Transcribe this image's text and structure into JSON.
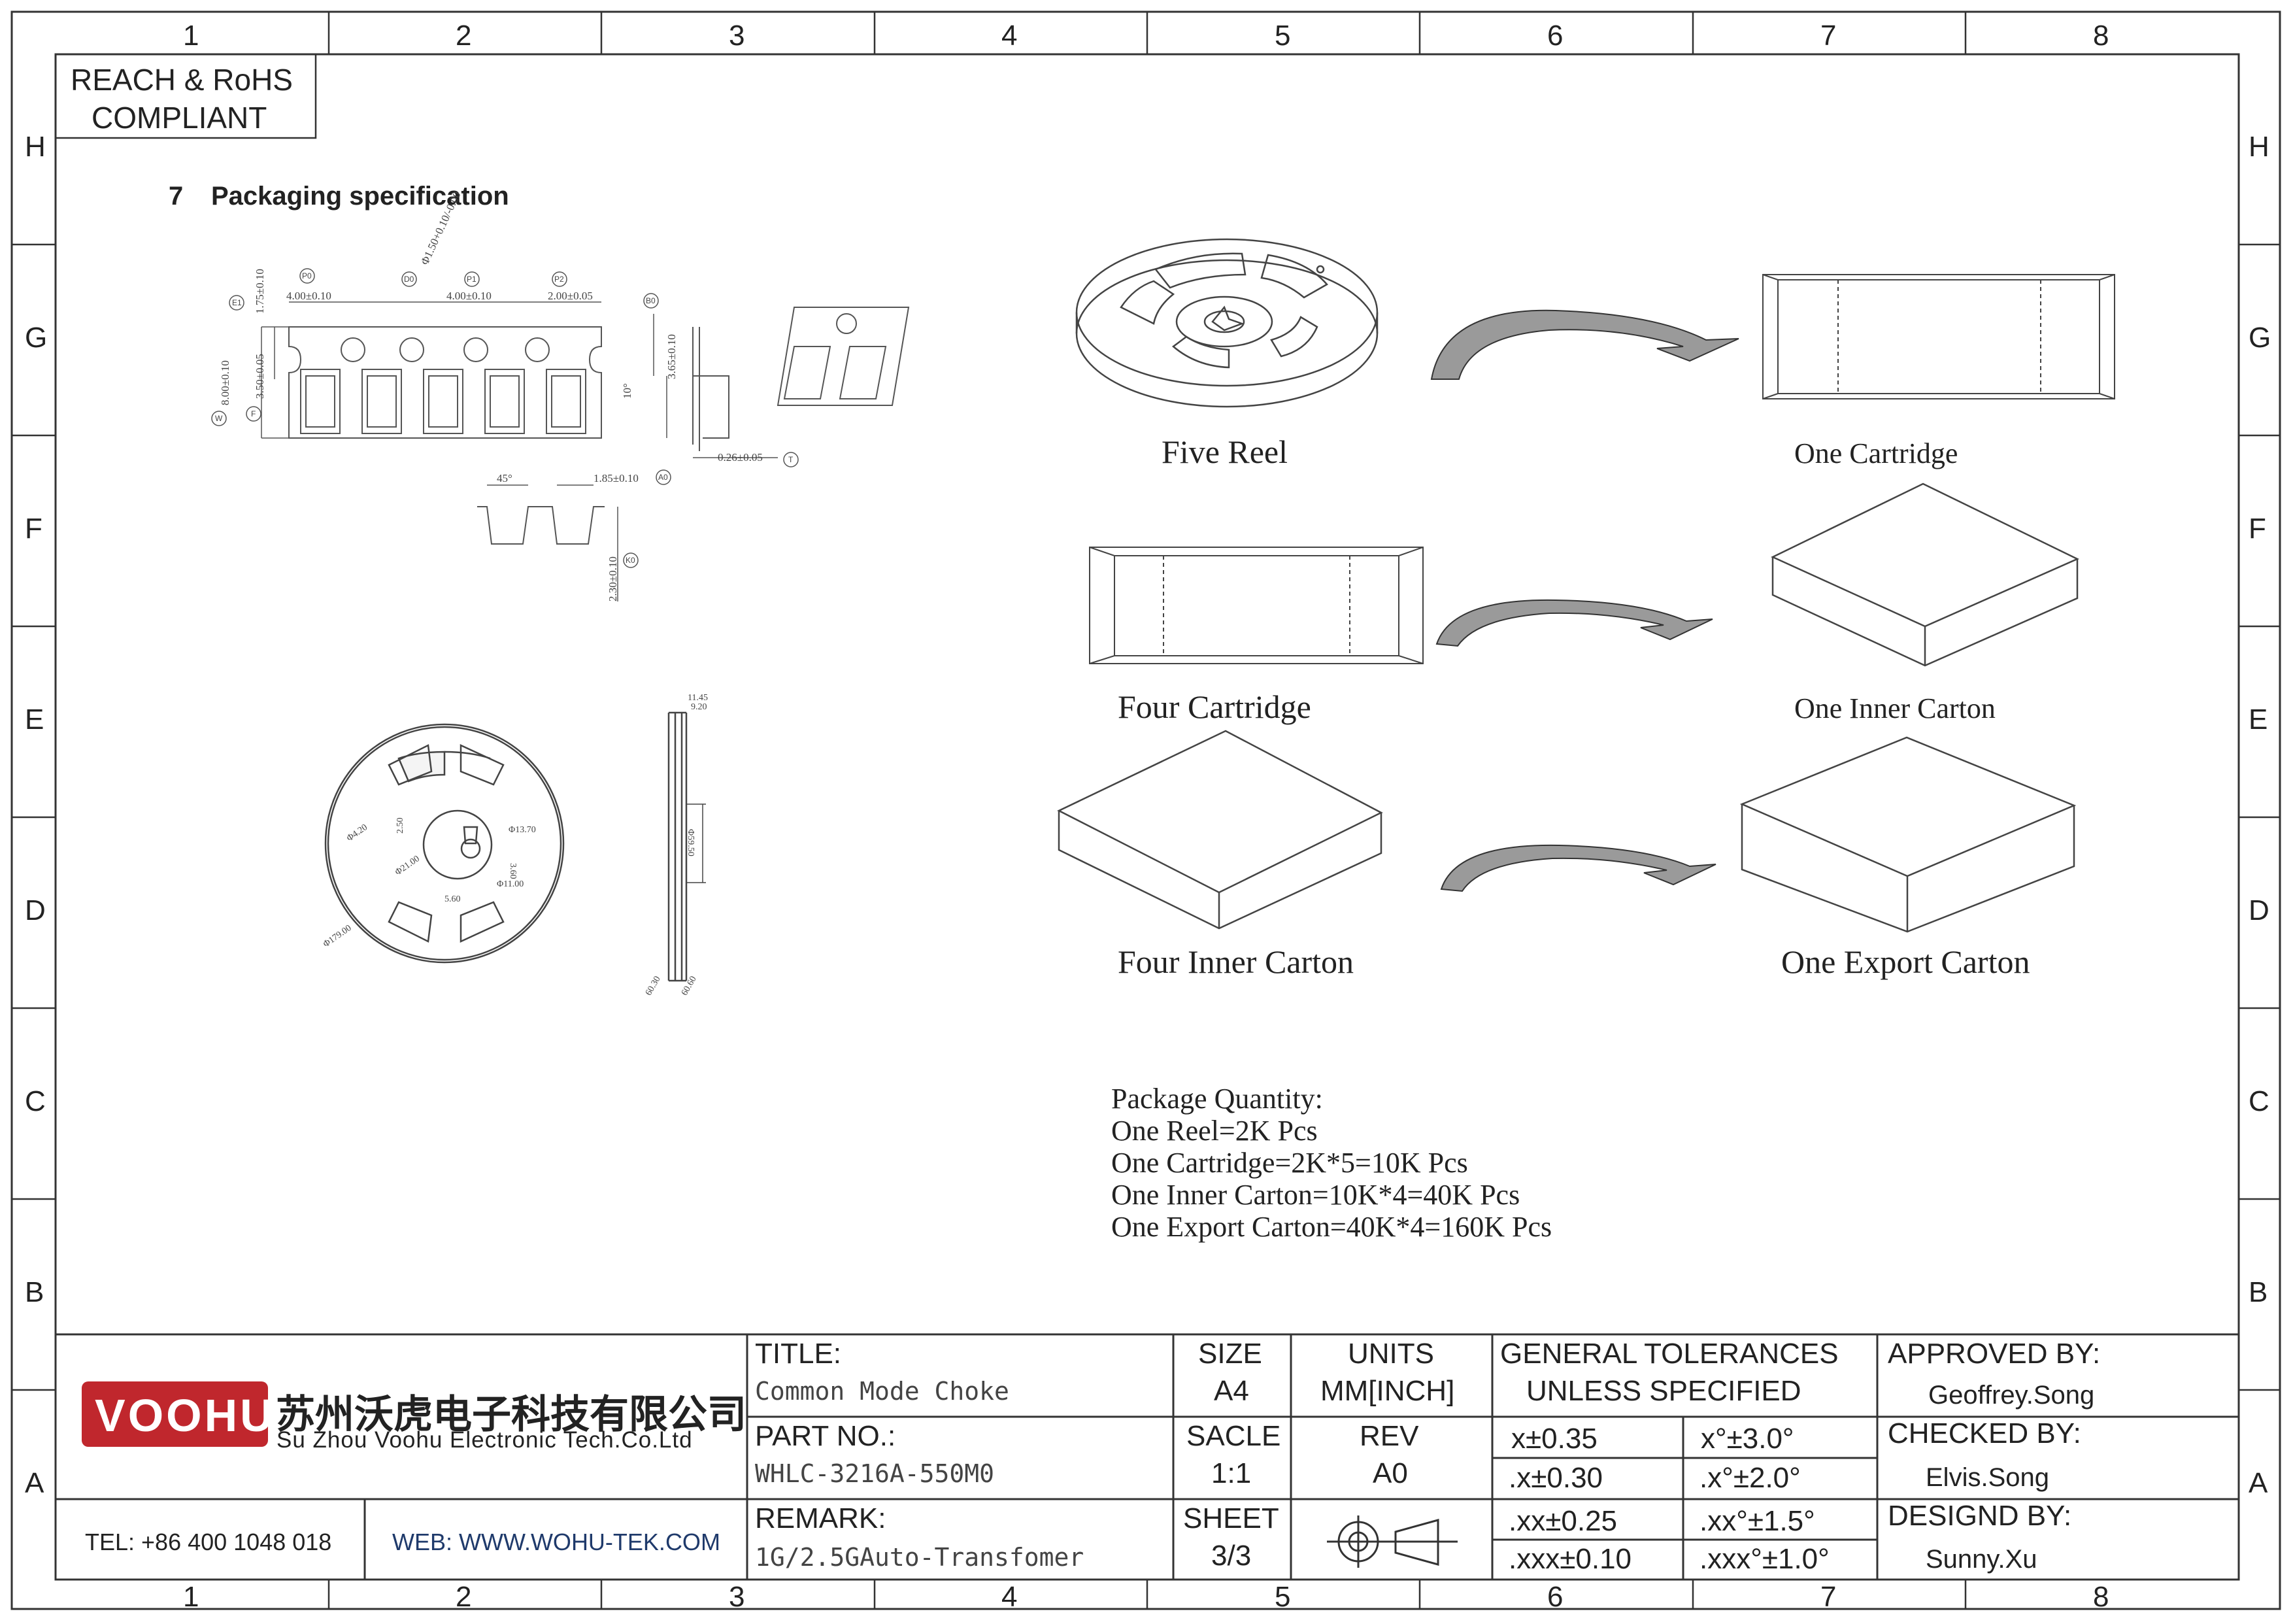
{
  "frame": {
    "col_labels": [
      "1",
      "2",
      "3",
      "4",
      "5",
      "6",
      "7",
      "8"
    ],
    "row_labels": [
      "H",
      "G",
      "F",
      "E",
      "D",
      "C",
      "B",
      "A"
    ]
  },
  "compliance": {
    "line1": "REACH & RoHS",
    "line2": "COMPLIANT"
  },
  "section": {
    "number": "7",
    "title": "Packaging specification"
  },
  "tape_dims": {
    "p0": "4.00±0.10",
    "d0": "Φ1.50+0.10/-0.00",
    "p1": "4.00±0.10",
    "p2": "2.00±0.05",
    "e1": "1.75±0.10",
    "f": "3.50±0.05",
    "w": "8.00±0.10",
    "b0": "3.65±0.10",
    "angle10": "10°",
    "t": "0.26±0.05",
    "angle45": "45°",
    "a0": "1.85±0.10",
    "k0": "2.30±0.10",
    "bubbles": [
      "P0",
      "D0",
      "P1",
      "P2",
      "E1",
      "F",
      "W",
      "B0",
      "T",
      "A0",
      "K0"
    ]
  },
  "reel_dims": {
    "d1": "Φ179.00",
    "d2": "Φ4.20",
    "d3": "Φ13.70",
    "d4": "Φ21.00",
    "d5": "Φ11.00",
    "w1": "2.50",
    "w2": "3.60",
    "w3": "5.60",
    "h1": "Φ59.50",
    "top1": "11.45",
    "top2": "9.20",
    "bot1": "60.30",
    "bot2": "60.60"
  },
  "packaging": {
    "five_reel": "Five  Reel",
    "one_cartridge": "One Cartridge",
    "four_cartridge": "Four  Cartridge",
    "one_inner_carton": "One Inner Carton",
    "four_inner_carton": "Four  Inner Carton",
    "one_export_carton": "One Export Carton"
  },
  "quantity": {
    "heading": "Package Quantity:",
    "lines": [
      "One Reel=2K Pcs",
      "One Cartridge=2K*5=10K Pcs",
      "One Inner Carton=10K*4=40K Pcs",
      "One Export Carton=40K*4=160K Pcs"
    ]
  },
  "company": {
    "logo_text": "VOOHU",
    "name_cn": "苏州沃虎电子科技有限公司",
    "name_en": "Su Zhou Voohu Electronic Tech.Co.Ltd",
    "tel": "TEL: +86 400 1048 018",
    "web": "WEB: WWW.WOHU-TEK.COM"
  },
  "titleblock": {
    "title_label": "TITLE:",
    "title_value": "Common Mode Choke",
    "part_label": "PART NO.:",
    "part_value": "WHLC-3216A-550M0",
    "remark_label": "REMARK:",
    "remark_value": "1G/2.5GAuto-Transfomer",
    "size_label": "SIZE",
    "size_value": "A4",
    "units_label": "UNITS",
    "units_value": "MM[INCH]",
    "scale_label": "SACLE",
    "scale_value": "1:1",
    "rev_label": "REV",
    "rev_value": "A0",
    "sheet_label": "SHEET",
    "sheet_value": "3/3",
    "tol_heading1": "GENERAL TOLERANCES",
    "tol_heading2": "UNLESS SPECIFIED",
    "tol": [
      [
        "x±0.35",
        "x°±3.0°"
      ],
      [
        ".x±0.30",
        ".x°±2.0°"
      ],
      [
        ".xx±0.25",
        ".xx°±1.5°"
      ],
      [
        ".xxx±0.10",
        ".xxx°±1.0°"
      ]
    ],
    "approved_label": "APPROVED BY:",
    "approved_value": "Geoffrey.Song",
    "checked_label": "CHECKED BY:",
    "checked_value": "Elvis.Song",
    "design_label": "DESIGND BY:",
    "design_value": "Sunny.Xu"
  },
  "colors": {
    "line": "#333333",
    "brand_red": "#c0272d",
    "web_blue": "#1f3a6b",
    "arrow_fill": "#9a9a9a"
  }
}
